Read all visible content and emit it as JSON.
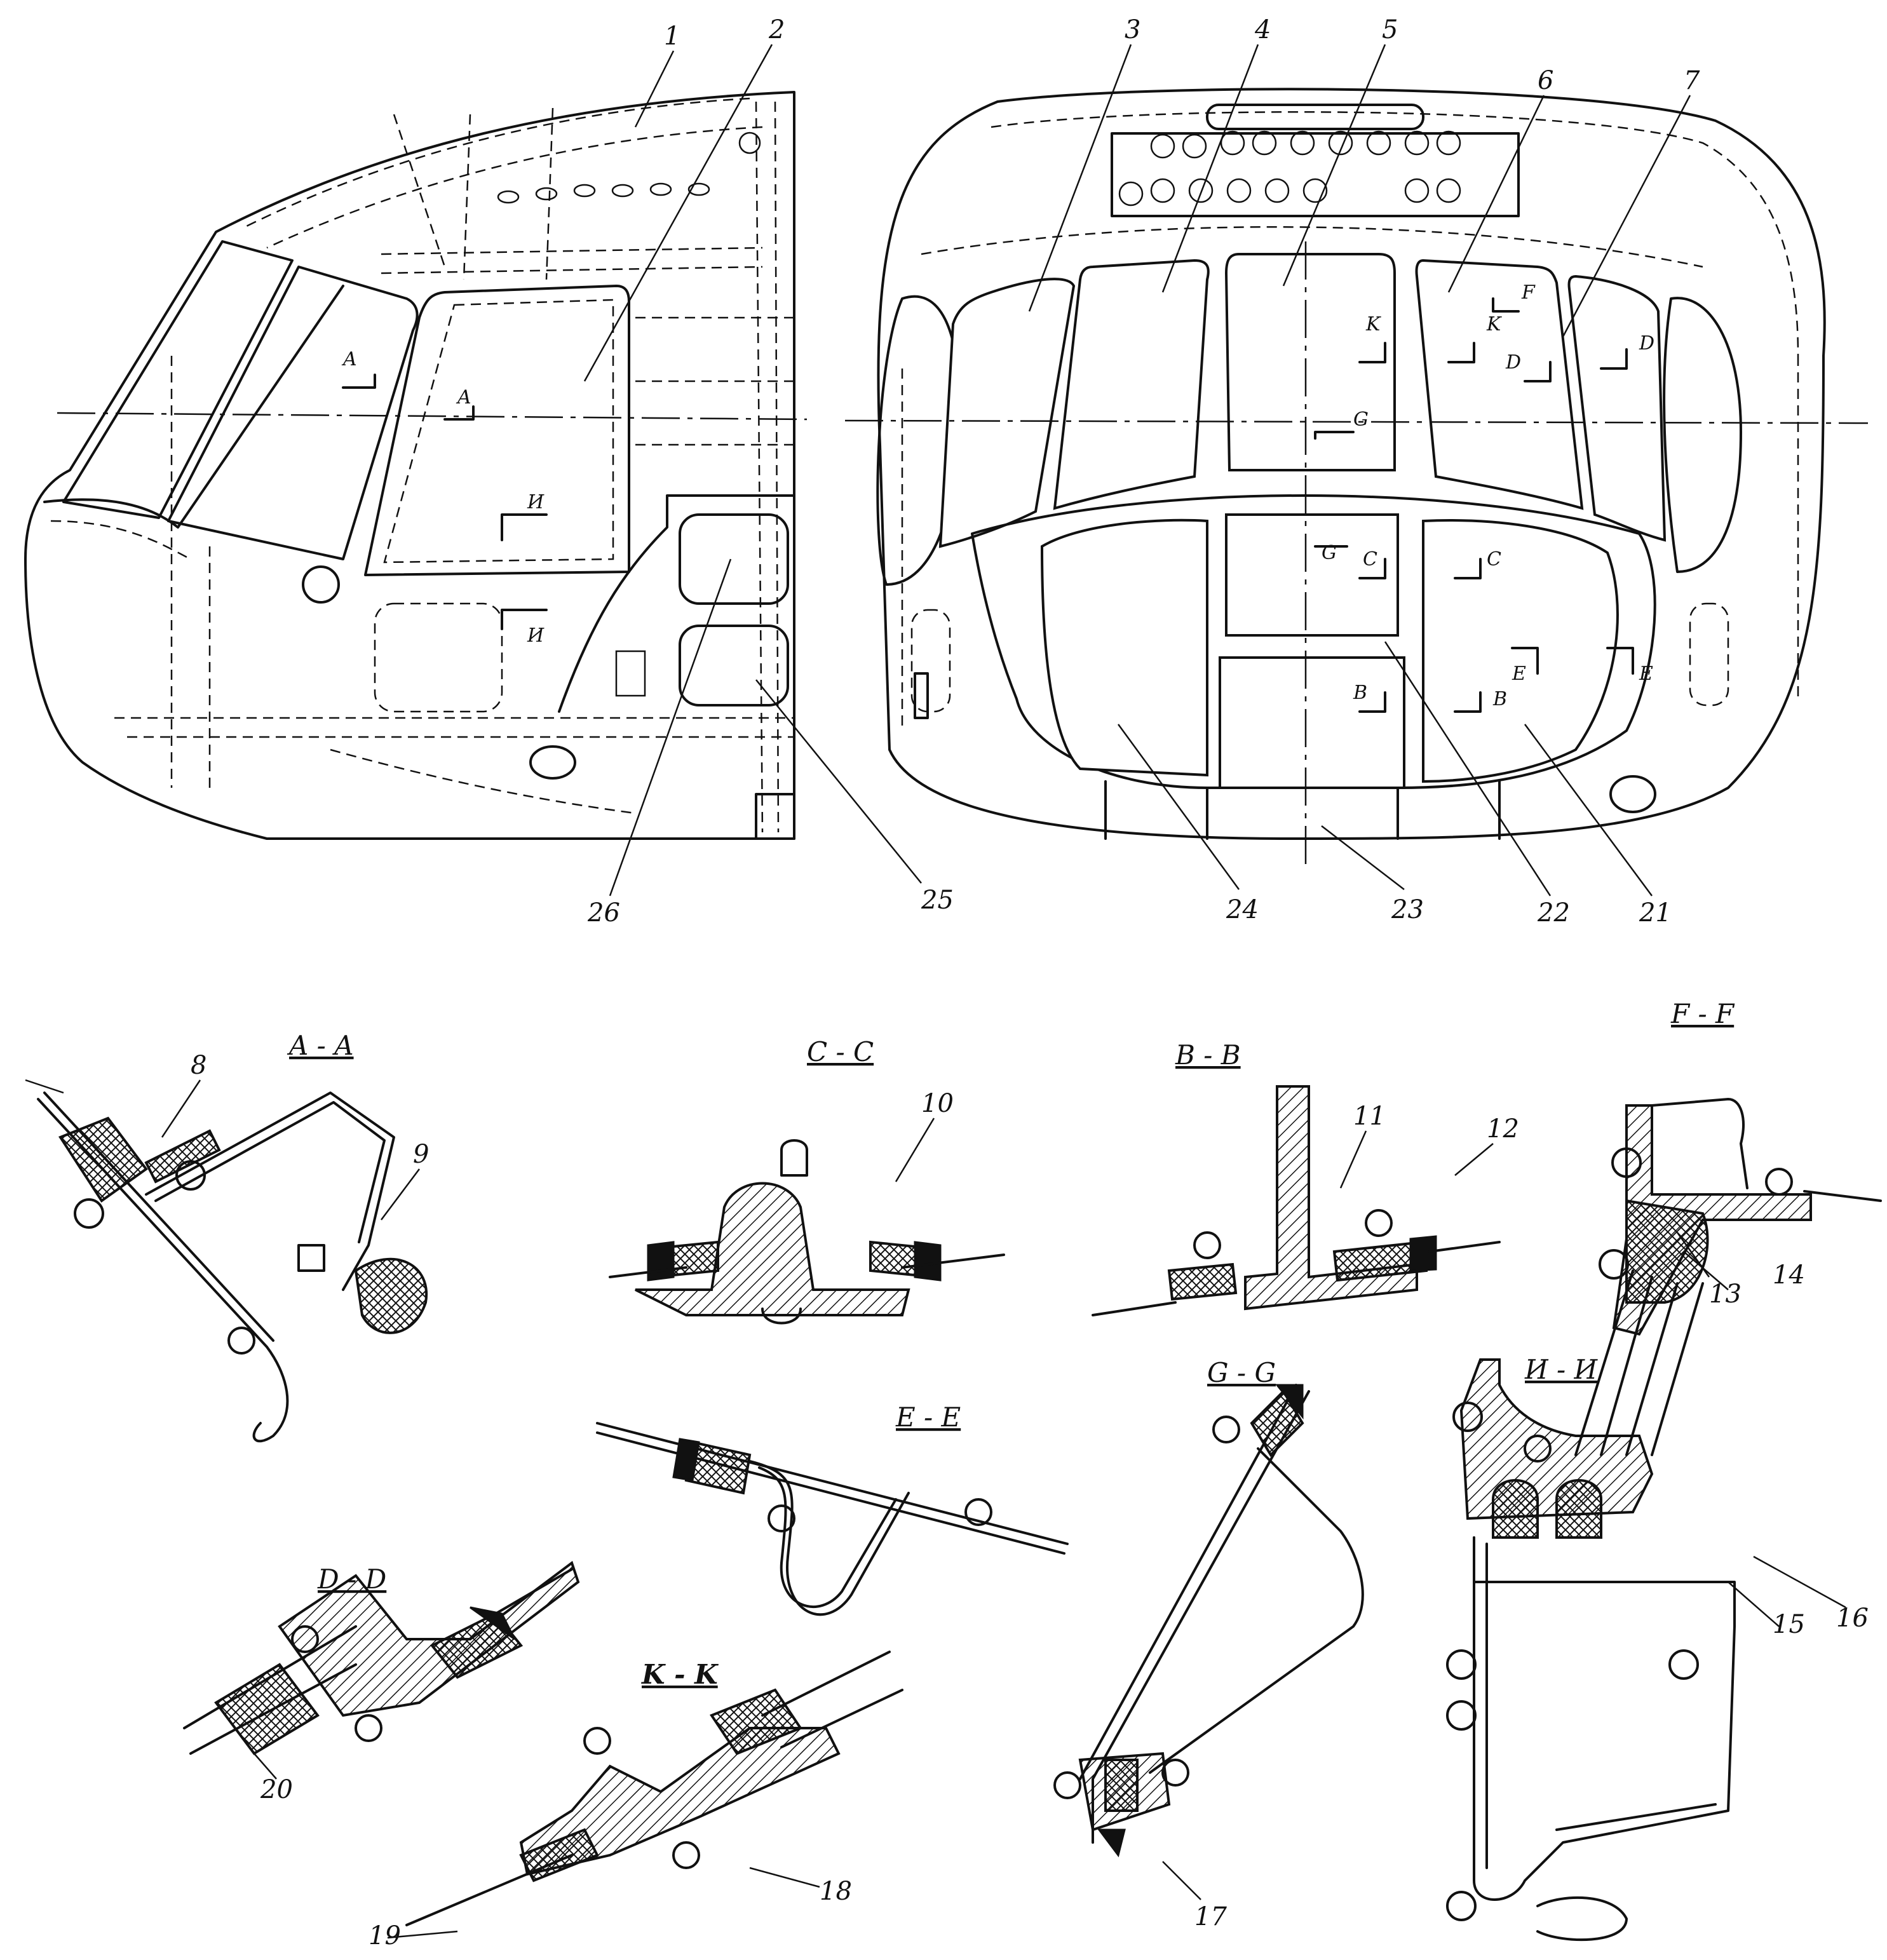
{
  "callouts": [
    "1",
    "2",
    "3",
    "4",
    "5",
    "6",
    "7",
    "8",
    "9",
    "10",
    "11",
    "12",
    "13",
    "14",
    "15",
    "16",
    "17",
    "18",
    "19",
    "20",
    "21",
    "22",
    "23",
    "24",
    "25",
    "26"
  ],
  "sections": {
    "aa": "A - A",
    "cc": "C - C",
    "bb": "B - B",
    "ff": "F - F",
    "ee": "E - E",
    "gg": "G - G",
    "ii": "И - И",
    "dd": "D - D",
    "kk": "K - K"
  },
  "markers": {
    "A": "A",
    "I": "И",
    "K": "K",
    "D": "D",
    "F": "F",
    "G": "G",
    "C": "C",
    "B": "B",
    "E": "E"
  }
}
